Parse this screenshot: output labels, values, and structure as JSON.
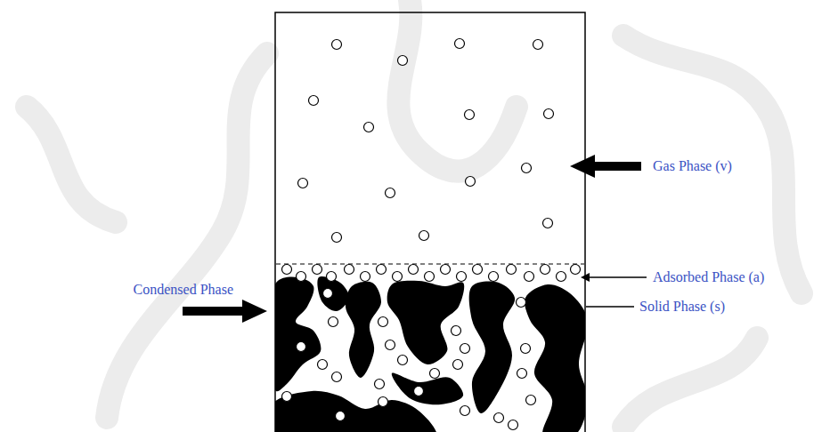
{
  "diagram": {
    "labels": [
      "Gas Phase (v)",
      "Adsorbed Phase (a)",
      "Solid Phase (s)",
      "Condensed Phase"
    ]
  }
}
